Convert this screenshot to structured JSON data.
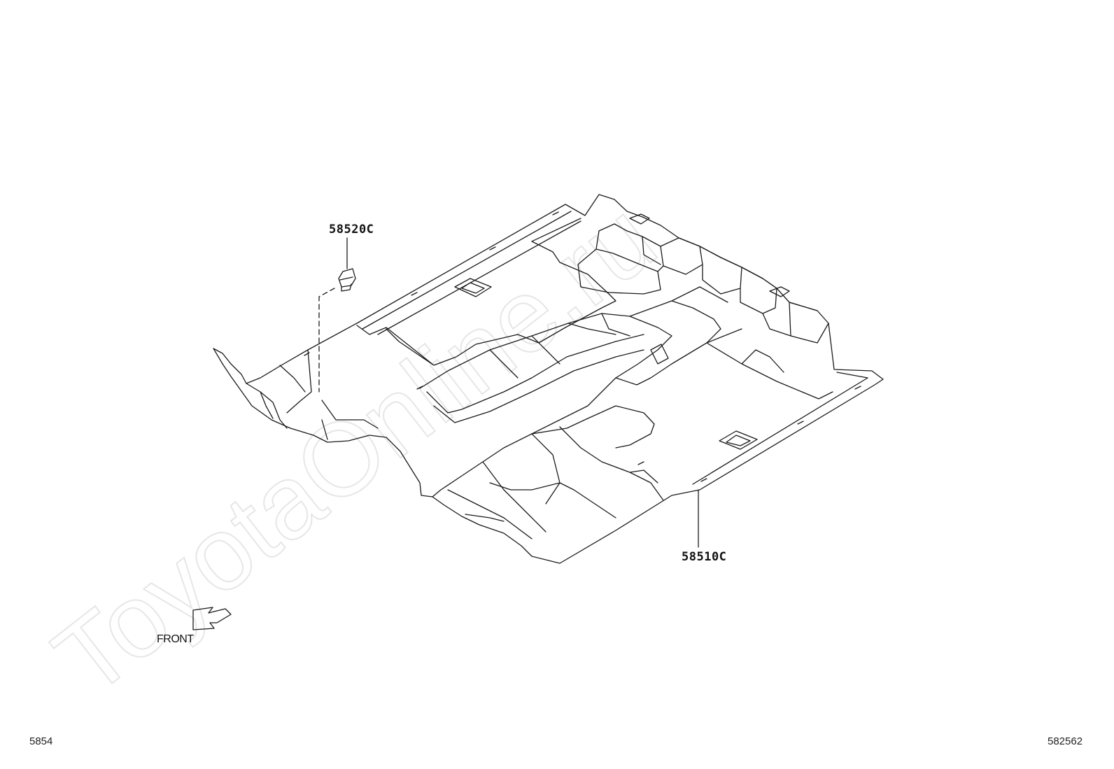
{
  "diagram": {
    "parts": [
      {
        "part_number": "58520C"
      },
      {
        "part_number": "58510C"
      }
    ],
    "front_label": "FRONT",
    "figure_ids": {
      "left": "5854",
      "right": "582562"
    },
    "watermark": "ToyotaOnline.ru",
    "colors": {
      "line": "#1a1a1a",
      "watermark": "#e8e8e8"
    }
  }
}
